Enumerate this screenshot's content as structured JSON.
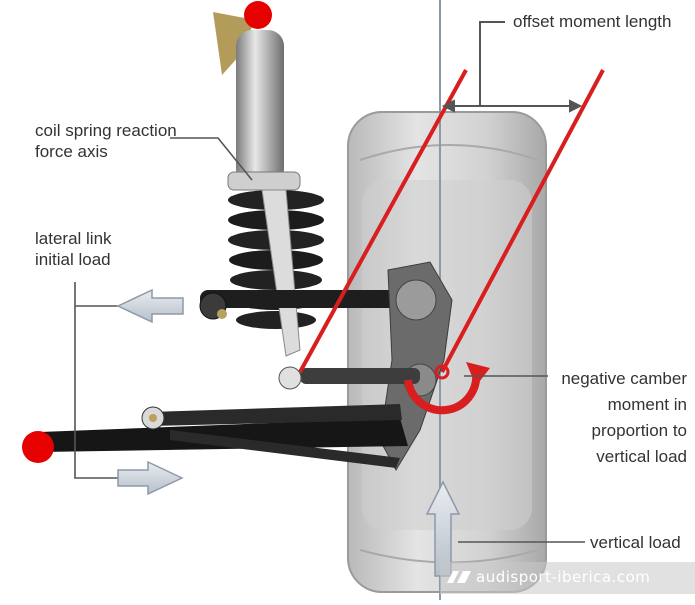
{
  "labels": {
    "offset_moment": "offset moment length",
    "coil_spring": [
      "coil spring reaction",
      "force axis"
    ],
    "lateral_link": [
      "lateral link",
      "initial load"
    ],
    "negative_camber": [
      "negative camber",
      "moment in",
      "proportion to",
      "vertical load"
    ],
    "vertical_load": "vertical load"
  },
  "watermark": "audisport-iberica.com",
  "colors": {
    "force_line": "#d81e1e",
    "marker": "#e60000",
    "arrow_fill": "#c9d0d8",
    "leader": "#555555"
  },
  "icons": {
    "left_arrow": "arrow-left-icon",
    "right_arrow": "arrow-right-icon",
    "up_arrow": "arrow-up-icon",
    "camber_moment": "curved-arrow-icon"
  }
}
